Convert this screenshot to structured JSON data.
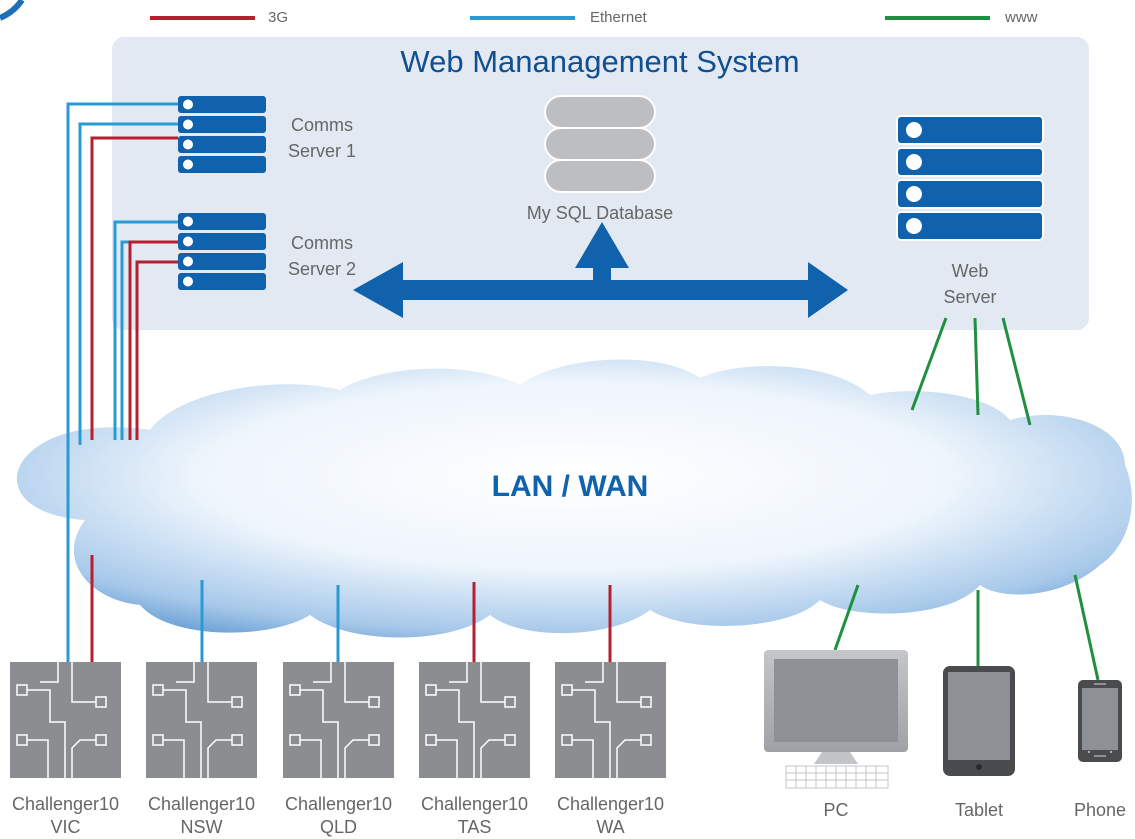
{
  "legend": [
    {
      "label": "3G",
      "color": "#b5202e"
    },
    {
      "label": "Ethernet",
      "color": "#2a9ad6"
    },
    {
      "label": "www",
      "color": "#1f9040"
    }
  ],
  "system": {
    "title": "Web Mananagement System",
    "comms1": [
      "Comms",
      "Server 1"
    ],
    "comms2": [
      "Comms",
      "Server 2"
    ],
    "database": "My SQL Database",
    "web": [
      "Web",
      "Server"
    ]
  },
  "network": {
    "label": "LAN / WAN"
  },
  "devices": [
    {
      "name": "Challenger10",
      "region": "VIC"
    },
    {
      "name": "Challenger10",
      "region": "NSW"
    },
    {
      "name": "Challenger10",
      "region": "QLD"
    },
    {
      "name": "Challenger10",
      "region": "TAS"
    },
    {
      "name": "Challenger10",
      "region": "WA"
    }
  ],
  "clients": {
    "pc": "PC",
    "tablet": "Tablet",
    "phone": "Phone"
  },
  "colors": {
    "accent": "#0f62ab",
    "panel": "#e2e9f2",
    "device": "#8c8d90"
  }
}
